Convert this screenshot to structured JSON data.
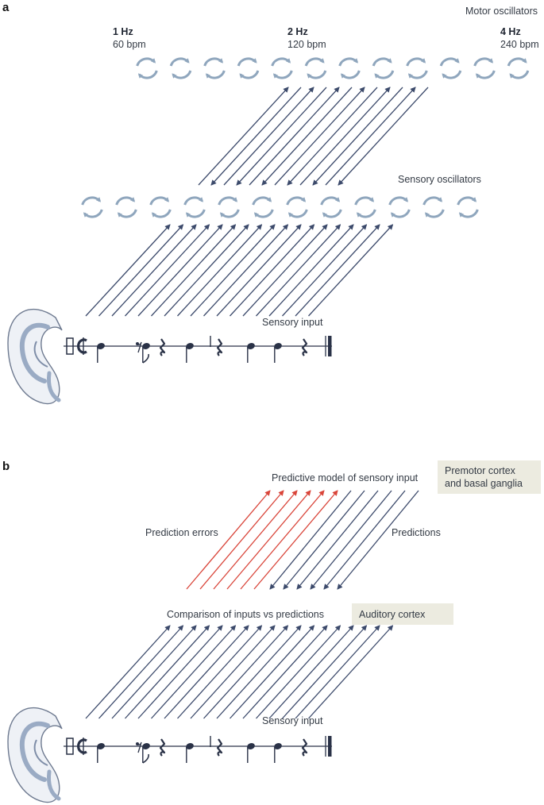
{
  "panel_a": {
    "letter": "a",
    "motor_label": "Motor oscillators",
    "sensory_label": "Sensory oscillators",
    "input_label": "Sensory input",
    "freqs": [
      {
        "hz": "1 Hz",
        "bpm": "60 bpm"
      },
      {
        "hz": "2 Hz",
        "bpm": "120 bpm"
      },
      {
        "hz": "4 Hz",
        "bpm": "240 bpm"
      }
    ],
    "motor_oscillator_count": 12,
    "sensory_oscillator_count": 12
  },
  "panel_b": {
    "letter": "b",
    "model_label": "Predictive model of sensory input",
    "premotor_box": [
      "Premotor cortex",
      "and basal ganglia"
    ],
    "errors_label": "Prediction errors",
    "predictions_label": "Predictions",
    "comparison_label": "Comparison of inputs vs predictions",
    "auditory_box": "Auditory cortex",
    "input_label": "Sensory input"
  },
  "colors": {
    "arrow": "#3c4a6b",
    "oscillator": "#8fa6bd",
    "error_arrow": "#d9453a",
    "box_fill": "#ecebe0",
    "ear_fill": "#eef1f6",
    "ear_stroke": "#6e7a90"
  }
}
